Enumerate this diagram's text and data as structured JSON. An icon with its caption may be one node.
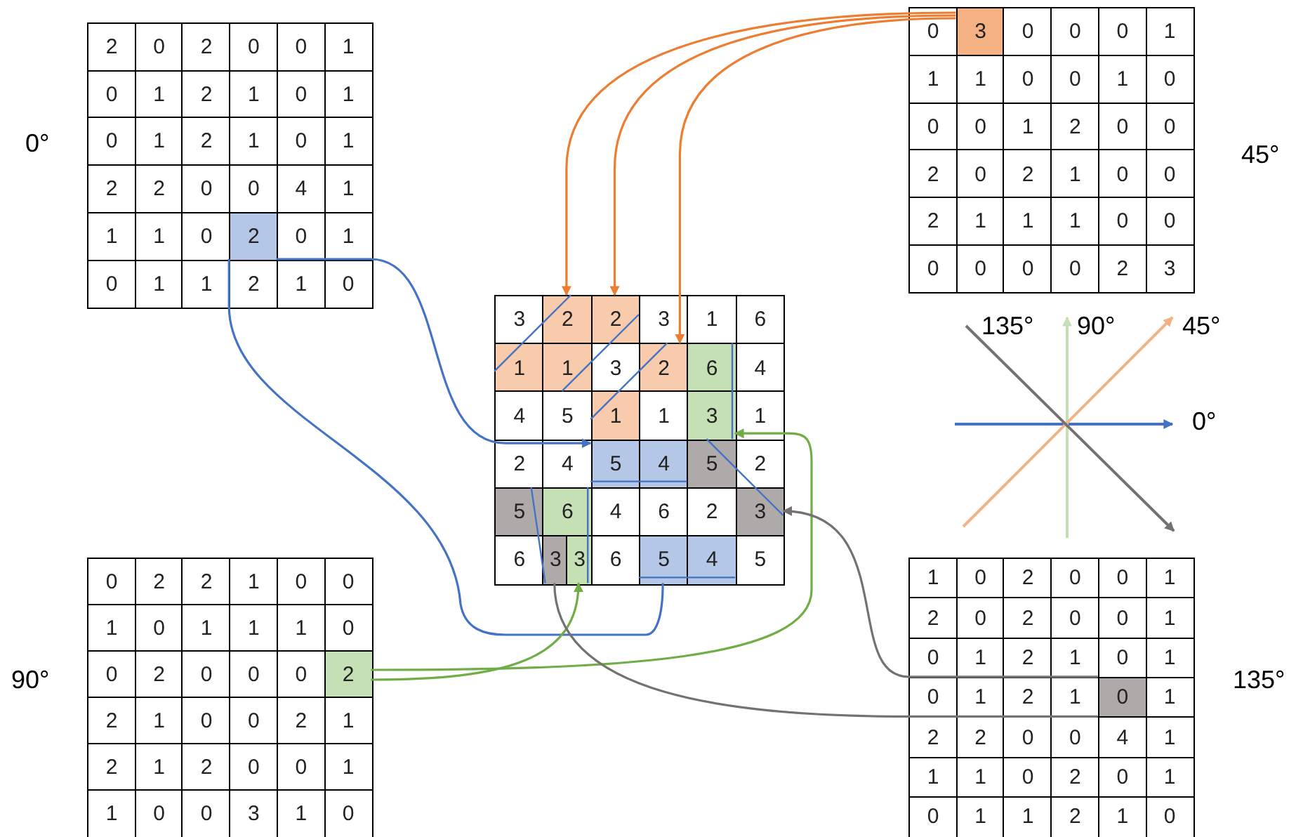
{
  "diagram": {
    "nodes": [
      {
        "text": [
          "3"
        ]
      },
      {
        "text": [
          "2"
        ]
      },
      {
        "text": [
          "2"
        ]
      },
      {
        "text": [
          "2"
        ]
      },
      {
        "text": [
          "1"
        ]
      },
      {
        "text": [
          "1"
        ]
      },
      {
        "text": [
          "2"
        ]
      },
      {
        "text": [
          "6"
        ]
      },
      {
        "text": [
          "1"
        ]
      },
      {
        "text": [
          "3"
        ]
      },
      {
        "text": [
          "5"
        ]
      },
      {
        "text": [
          "4"
        ]
      },
      {
        "text": [
          "5"
        ]
      },
      {
        "text": [
          "5"
        ]
      },
      {
        "text": [
          "6"
        ]
      },
      {
        "text": [
          "3"
        ]
      },
      {
        "text": [
          "3"
        ]
      },
      {
        "text": [
          "3"
        ]
      },
      {
        "text": [
          "5"
        ]
      },
      {
        "text": [
          "4"
        ]
      },
      {
        "text": [
          "2"
        ]
      },
      {
        "text": [
          "0"
        ]
      }
    ],
    "edges": [
      {
        "from": 0,
        "to": 2,
        "arrow": "to",
        "color": "#ed7d31"
      },
      {
        "from": 0,
        "to": 3,
        "arrow": "to",
        "color": "#ed7d31"
      },
      {
        "from": 0,
        "to": 6,
        "arrow": "to",
        "color": "#ed7d31"
      },
      {
        "from": 1,
        "to": 10,
        "arrow": "to",
        "color": "#4472c4"
      },
      {
        "from": 1,
        "to": 18,
        "arrow": "none",
        "color": "#4472c4"
      },
      {
        "from": 20,
        "to": 9,
        "arrow": "to",
        "color": "#70ad47"
      },
      {
        "from": 20,
        "to": 17,
        "arrow": "to",
        "color": "#70ad47"
      },
      {
        "from": 21,
        "to": 15,
        "arrow": "to",
        "color": "#767171"
      },
      {
        "from": 21,
        "to": 16,
        "arrow": "none",
        "color": "#767171"
      },
      {
        "from": 4,
        "to": 2,
        "arrow": "none",
        "color": "#4472c4"
      },
      {
        "from": 5,
        "to": 3,
        "arrow": "none",
        "color": "#4472c4"
      },
      {
        "from": 8,
        "to": 6,
        "arrow": "none",
        "color": "#4472c4"
      },
      {
        "from": 7,
        "to": 9,
        "arrow": "none",
        "color": "#4472c4"
      },
      {
        "from": 10,
        "to": 11,
        "arrow": "none",
        "color": "#4472c4"
      },
      {
        "from": 12,
        "to": 15,
        "arrow": "none",
        "color": "#4472c4"
      },
      {
        "from": 13,
        "to": 16,
        "arrow": "none",
        "color": "#4472c4"
      },
      {
        "from": 14,
        "to": 17,
        "arrow": "none",
        "color": "#4472c4"
      },
      {
        "from": 18,
        "to": 19,
        "arrow": "none",
        "color": "#4472c4"
      }
    ],
    "labels": [
      "0°",
      "2",
      "0",
      "2",
      "0",
      "0",
      "1",
      "0",
      "1",
      "2",
      "1",
      "0",
      "1",
      "0",
      "1",
      "2",
      "1",
      "0",
      "1",
      "2",
      "2",
      "0",
      "0",
      "4",
      "1",
      "1",
      "1",
      "0",
      "0",
      "1",
      "0",
      "1",
      "1",
      "2",
      "1",
      "0",
      "0",
      "0",
      "0",
      "0",
      "1",
      "1",
      "1",
      "0",
      "0",
      "1",
      "0",
      "0",
      "0",
      "1",
      "2",
      "0",
      "0",
      "2",
      "0",
      "2",
      "1",
      "0",
      "0",
      "2",
      "1",
      "1",
      "1",
      "0",
      "0",
      "0",
      "0",
      "0",
      "0",
      "2",
      "3",
      "45°",
      "3",
      "3",
      "1",
      "6",
      "3",
      "4",
      "4",
      "5",
      "1",
      "1",
      "2",
      "4",
      "2",
      "4",
      "6",
      "2",
      "6",
      "6",
      "5",
      "135°",
      "90°",
      "45°",
      "0°",
      "90°",
      "0",
      "2",
      "2",
      "1",
      "0",
      "0",
      "1",
      "0",
      "1",
      "1",
      "1",
      "0",
      "0",
      "2",
      "0",
      "0",
      "0",
      "2",
      "1",
      "0",
      "0",
      "2",
      "1",
      "2",
      "1",
      "2",
      "0",
      "0",
      "1",
      "1",
      "0",
      "0",
      "3",
      "1",
      "0",
      "1",
      "0",
      "2",
      "0",
      "0",
      "1",
      "2",
      "0",
      "2",
      "0",
      "0",
      "1",
      "0",
      "1",
      "2",
      "1",
      "0",
      "1",
      "0",
      "1",
      "2",
      "1",
      "1",
      "2",
      "2",
      "0",
      "0",
      "4",
      "1",
      "1",
      "1",
      "0",
      "2",
      "0",
      "1",
      "0",
      "1",
      "1",
      "2",
      "1",
      "0",
      "135°"
    ]
  }
}
